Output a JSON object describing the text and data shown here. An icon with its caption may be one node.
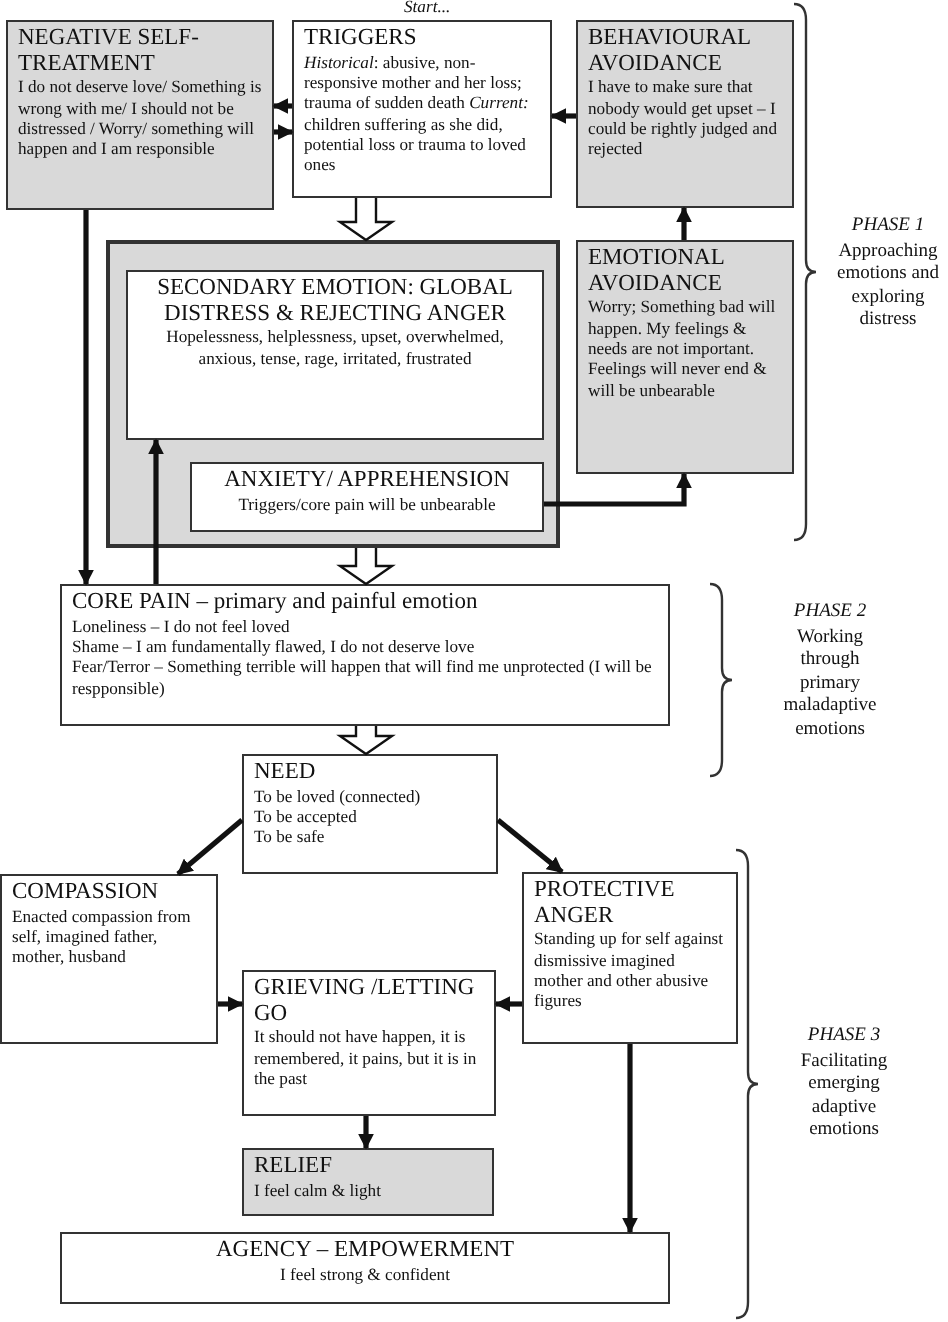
{
  "diagram": {
    "nodes": [
      {
        "text": [
          "NEGATIVE SELF-TREATMENT",
          "I do not deserve love/ Something is wrong with me/ I should not be distressed / Worry/ something will happen and I am responsible"
        ]
      },
      {
        "text": [
          "TRIGGERS",
          "*Historical*: abusive, non-responsive mother and her loss; trauma of sudden death *Current:* children suffering as she did, potential loss or trauma to loved ones"
        ],
        "beside": [
          "Start..."
        ]
      },
      {
        "text": [
          "BEHAVIOURAL AVOIDANCE",
          "I have to make sure that nobody would get upset – I could be rightly judged and rejected"
        ]
      },
      {
        "text": [],
        "shape": "box"
      },
      {
        "text": [
          "SECONDARY EMOTION: GLOBAL DISTRESS & REJECTING ANGER",
          "Hopelessness, helplessness, upset, overwhelmed, anxious, tense, rage, irritated, frustrated"
        ],
        "in": 3
      },
      {
        "text": [
          "ANXIETY/ APPREHENSION",
          "Triggers/core pain will be unbearable"
        ],
        "in": 3
      },
      {
        "text": [
          "EMOTIONAL AVOIDANCE",
          "Worry; Something bad will happen. My feelings & needs are not important. Feelings will never end & will be unbearable"
        ]
      },
      {
        "text": [
          "CORE PAIN – primary and painful emotion",
          "Loneliness – I do not feel loved",
          "Shame – I am fundamentally flawed, I do not deserve love",
          "Fear/Terror – Something terrible will happen that will find me unprotected (I will be respponsible)"
        ]
      },
      {
        "text": [
          "NEED",
          "To be loved (connected)",
          "To be accepted",
          "To be safe"
        ]
      },
      {
        "text": [
          "COMPASSION",
          "Enacted compassion from self, imagined father, mother, husband"
        ]
      },
      {
        "text": [
          "PROTECTIVE ANGER",
          "Standing up for self against dismissive imagined mother and other abusive figures"
        ]
      },
      {
        "text": [
          "GRIEVING /LETTING GO",
          "It should not have happen, it is remembered, it pains, but it is in the past"
        ]
      },
      {
        "text": [
          "RELIEF",
          "I feel calm & light"
        ]
      },
      {
        "text": [
          "AGENCY – EMPOWERMENT",
          "I feel strong & confident"
        ]
      }
    ],
    "edges": [
      {
        "from": 1,
        "to": 0,
        "arrow": "to"
      },
      {
        "from": 0,
        "to": 1,
        "arrow": "to"
      },
      {
        "from": 2,
        "to": 1,
        "arrow": "to"
      },
      {
        "from": 1,
        "to": 3,
        "arrow": "to"
      },
      {
        "from": 6,
        "to": 2,
        "arrow": "to"
      },
      {
        "from": 5,
        "to": 6,
        "arrow": "to"
      },
      {
        "from": 0,
        "to": 7,
        "arrow": "to"
      },
      {
        "from": 7,
        "to": 4,
        "arrow": "to"
      },
      {
        "from": 3,
        "to": 7,
        "arrow": "to"
      },
      {
        "from": 7,
        "to": 8,
        "arrow": "to"
      },
      {
        "from": 8,
        "to": 9,
        "arrow": "to"
      },
      {
        "from": 8,
        "to": 10,
        "arrow": "to"
      },
      {
        "from": 9,
        "to": 11,
        "arrow": "to"
      },
      {
        "from": 10,
        "to": 11,
        "arrow": "to"
      },
      {
        "from": 11,
        "to": 12,
        "arrow": "to"
      },
      {
        "from": 10,
        "to": 13,
        "arrow": "to"
      }
    ],
    "labels": [
      "PHASE 1",
      "Approaching emotions and exploring distress",
      "PHASE 2",
      "Working through primary maladaptive emotions",
      "PHASE 3",
      "Facilitating emerging adaptive emotions"
    ]
  }
}
